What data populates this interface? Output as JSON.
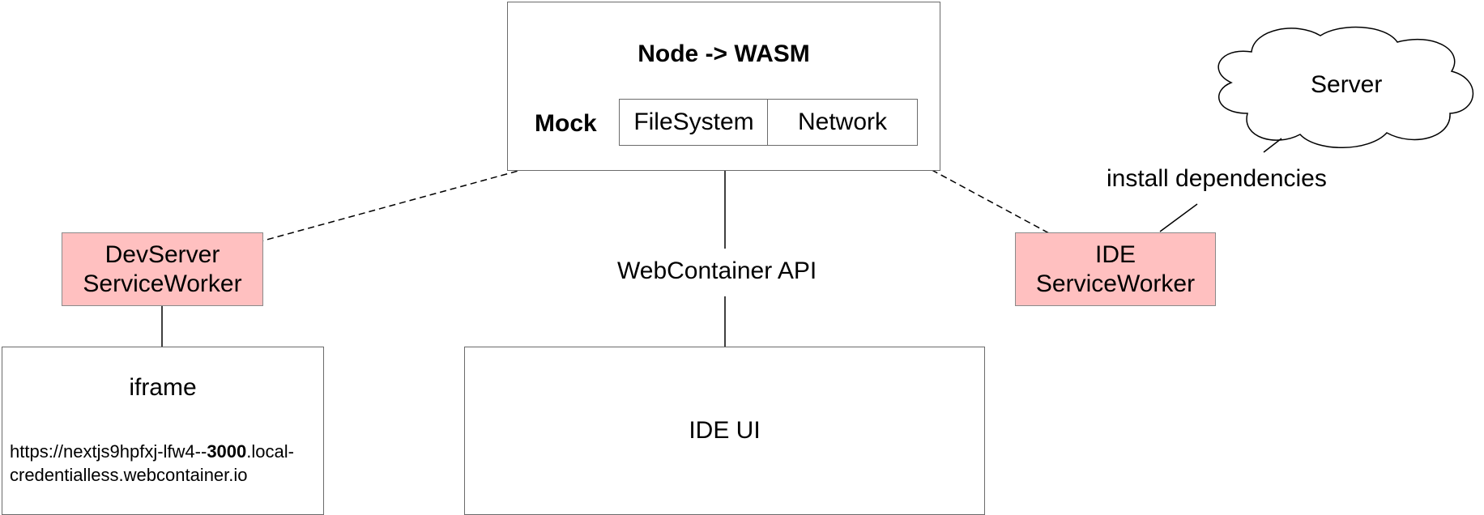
{
  "runtime": {
    "title": "Node -> WASM",
    "mock_label": "Mock",
    "modules": [
      "FileSystem",
      "Network"
    ]
  },
  "server": {
    "label": "Server"
  },
  "edges": {
    "install": "install dependencies",
    "api": "WebContainer API"
  },
  "devserver_sw": {
    "line1": "DevServer",
    "line2": "ServiceWorker"
  },
  "ide_sw": {
    "line1": "IDE",
    "line2": "ServiceWorker"
  },
  "iframe": {
    "title": "iframe",
    "url_prefix": "https://nextjs9hpfxj-lfw4--",
    "url_port": "3000",
    "url_suffix": ".local-",
    "url_line2": "credentialless.webcontainer.io"
  },
  "ide_ui": {
    "label": "IDE UI"
  },
  "colors": {
    "service_worker_fill": "#ffc0c0",
    "border": "#6b6b6b"
  }
}
